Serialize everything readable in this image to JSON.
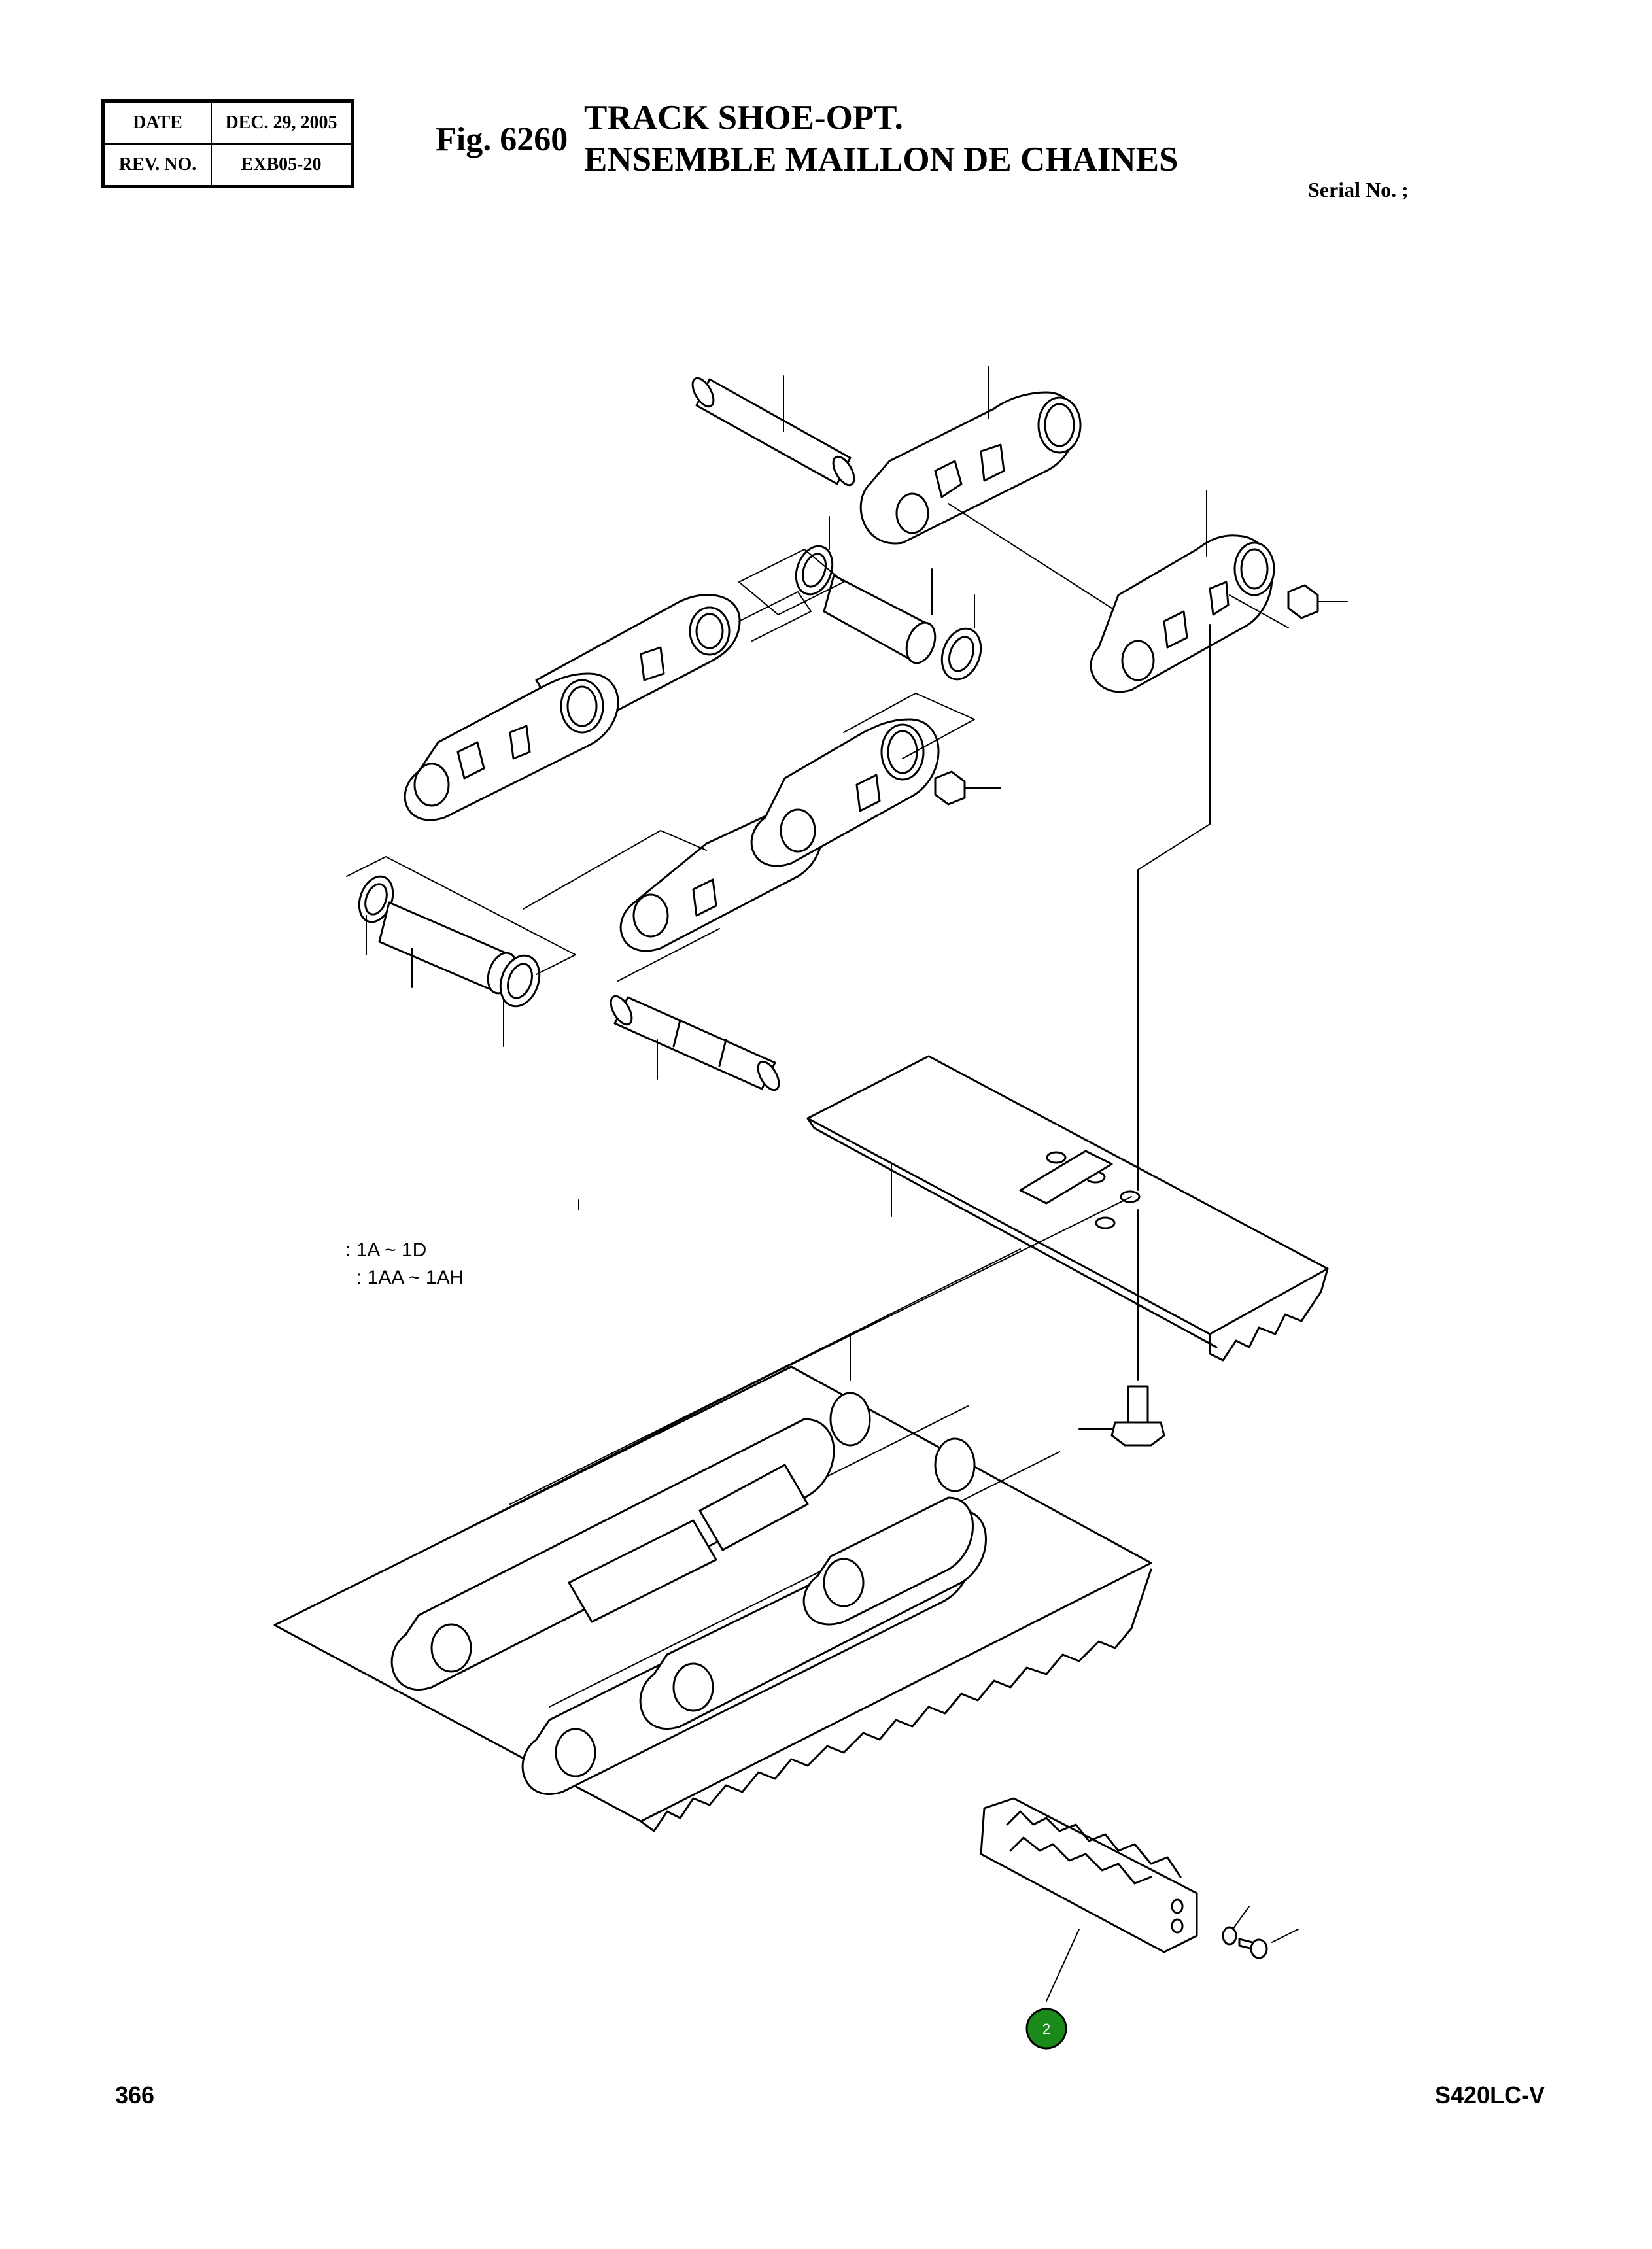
{
  "header": {
    "date_label": "DATE",
    "date_value": "DEC. 29, 2005",
    "rev_label": "REV. NO.",
    "rev_value": "EXB05-20"
  },
  "figure": {
    "number": "Fig. 6260",
    "title_en": "TRACK SHOE-OPT.",
    "title_fr": "ENSEMBLE MAILLON DE CHAINES",
    "serial": "Serial No. ;"
  },
  "variant_notes": [
    ": 1A ~ 1D",
    ": 1AA ~ 1AH"
  ],
  "callout": {
    "label": "2",
    "color": "#1a8a1a"
  },
  "footer": {
    "page": "366",
    "model": "S420LC-V"
  }
}
